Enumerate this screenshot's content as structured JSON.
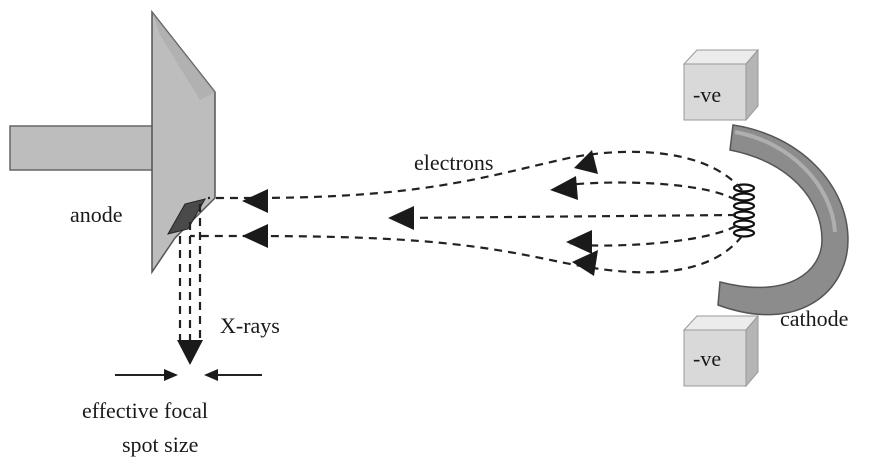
{
  "labels": {
    "anode": "anode",
    "electrons": "electrons",
    "cathode": "cathode",
    "xrays": "X-rays",
    "effective_line1": "effective focal",
    "effective_line2": "spot size",
    "neg_top": "-ve",
    "neg_bottom": "-ve"
  },
  "colors": {
    "anode_face": "#bdbdbd",
    "anode_shade": "#9a9a9a",
    "cathode_cup": "#8c8c8c",
    "block_face": "#d9d9d9",
    "line": "#222222"
  }
}
